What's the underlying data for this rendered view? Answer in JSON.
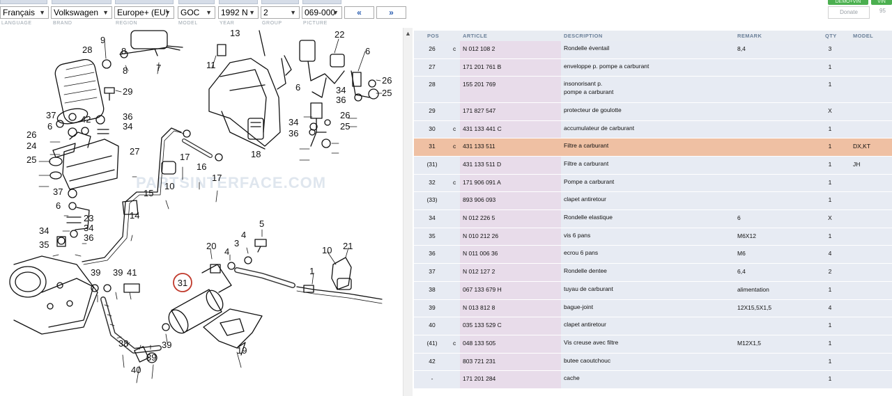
{
  "toolbar": {
    "language": "Français",
    "brand": "Volkswagen",
    "region": "Europe+ (EU)",
    "model": "GOC",
    "year": "1992 N",
    "group": "2",
    "picture": "069-000",
    "prev": "«",
    "next": "»",
    "donate": "Donate",
    "donate_count": "95",
    "demo_button": "DEMO+VIN",
    "vin_button": "VIN"
  },
  "field_labels": {
    "language": "LANGUAGE",
    "brand": "BRAND",
    "region": "REGION",
    "model": "MODEL",
    "year": "YEAR",
    "group": "GROUP",
    "picture": "PICTURE"
  },
  "diagram": {
    "watermark": "PARTSINTERFACE.COM",
    "highlight_callout": "31",
    "callouts": [
      "28",
      "9",
      "8",
      "7",
      "13",
      "11",
      "22",
      "6",
      "29",
      "26",
      "25",
      "37",
      "42",
      "36",
      "34",
      "24",
      "27",
      "17",
      "16",
      "10",
      "15",
      "18",
      "23",
      "35",
      "14",
      "20",
      "4",
      "3",
      "5",
      "39",
      "41",
      "31",
      "38",
      "40",
      "19",
      "21",
      "1"
    ]
  },
  "table": {
    "headers": {
      "pos": "POS",
      "article": "ARTICLE",
      "description": "DESCRIPTION",
      "remark": "REMARK",
      "qty": "QTY",
      "model": "MODEL"
    },
    "rows": [
      {
        "pos": "26",
        "flag": "c",
        "article": "N  012 108 2",
        "description": "Rondelle éventail",
        "description2": "",
        "remark": "8,4",
        "qty": "3",
        "model": ""
      },
      {
        "pos": "27",
        "flag": "",
        "article": "171 201 761 B",
        "description": "enveloppe p. pompe a carburant",
        "description2": "",
        "remark": "",
        "qty": "1",
        "model": ""
      },
      {
        "pos": "28",
        "flag": "",
        "article": "155 201 769",
        "description": "insonorisant p.",
        "description2": "pompe a carburant",
        "remark": "",
        "qty": "1",
        "model": ""
      },
      {
        "pos": "29",
        "flag": "",
        "article": "171 827 547",
        "description": "protecteur de goulotte",
        "description2": "",
        "remark": "",
        "qty": "X",
        "model": ""
      },
      {
        "pos": "30",
        "flag": "c",
        "article": "431 133 441 C",
        "description": "accumulateur de carburant",
        "description2": "",
        "remark": "",
        "qty": "1",
        "model": ""
      },
      {
        "pos": "31",
        "flag": "c",
        "article": "431 133 511",
        "description": "Filtre a carburant",
        "description2": "",
        "remark": "",
        "qty": "1",
        "model": "DX,KT"
      },
      {
        "pos": "(31)",
        "flag": "",
        "article": "431 133 511 D",
        "description": "Filtre a carburant",
        "description2": "",
        "remark": "",
        "qty": "1",
        "model": "JH"
      },
      {
        "pos": "32",
        "flag": "c",
        "article": "171 906 091 A",
        "description": "Pompe a carburant",
        "description2": "",
        "remark": "",
        "qty": "1",
        "model": ""
      },
      {
        "pos": "(33)",
        "flag": "",
        "article": "893 906 093",
        "description": "clapet antiretour",
        "description2": "",
        "remark": "",
        "qty": "1",
        "model": ""
      },
      {
        "pos": "34",
        "flag": "",
        "article": "N  012 226 5",
        "description": "Rondelle elastique",
        "description2": "",
        "remark": "6",
        "qty": "X",
        "model": ""
      },
      {
        "pos": "35",
        "flag": "",
        "article": "N  010 212 26",
        "description": "vis 6 pans",
        "description2": "",
        "remark": "M6X12",
        "qty": "1",
        "model": ""
      },
      {
        "pos": "36",
        "flag": "",
        "article": "N  011 006 36",
        "description": "ecrou 6 pans",
        "description2": "",
        "remark": "M6",
        "qty": "4",
        "model": ""
      },
      {
        "pos": "37",
        "flag": "",
        "article": "N  012 127 2",
        "description": "Rondelle dentee",
        "description2": "",
        "remark": "6,4",
        "qty": "2",
        "model": ""
      },
      {
        "pos": "38",
        "flag": "",
        "article": "067 133 679 H",
        "description": "tuyau de carburant",
        "description2": "",
        "remark": "alimentation",
        "qty": "1",
        "model": ""
      },
      {
        "pos": "39",
        "flag": "",
        "article": "N  013 812 8",
        "description": "bague-joint",
        "description2": "",
        "remark": "12X15,5X1,5",
        "qty": "4",
        "model": ""
      },
      {
        "pos": "40",
        "flag": "",
        "article": "035 133 529 C",
        "description": "clapet antiretour",
        "description2": "",
        "remark": "",
        "qty": "1",
        "model": ""
      },
      {
        "pos": "(41)",
        "flag": "c",
        "article": "048 133 505",
        "description": "Vis creuse avec filtre",
        "description2": "",
        "remark": "M12X1,5",
        "qty": "1",
        "model": ""
      },
      {
        "pos": "42",
        "flag": "",
        "article": "803 721 231",
        "description": "butee caoutchouc",
        "description2": "",
        "remark": "",
        "qty": "1",
        "model": ""
      },
      {
        "pos": "-",
        "flag": "",
        "article": "171 201 284",
        "description": "cache",
        "description2": "",
        "remark": "",
        "qty": "1",
        "model": ""
      }
    ]
  },
  "colors": {
    "selected_row": "#efc0a3",
    "row_bg": "#e7ebf3",
    "article_col_bg": "#e8dcea",
    "header_text": "#6a7f98",
    "highlight_circle": "#c0392b"
  },
  "icons": {
    "select_arrow": "chevron-down-icon",
    "prev": "double-chevron-left-icon",
    "next": "double-chevron-right-icon",
    "scroll_up": "triangle-up-icon"
  }
}
